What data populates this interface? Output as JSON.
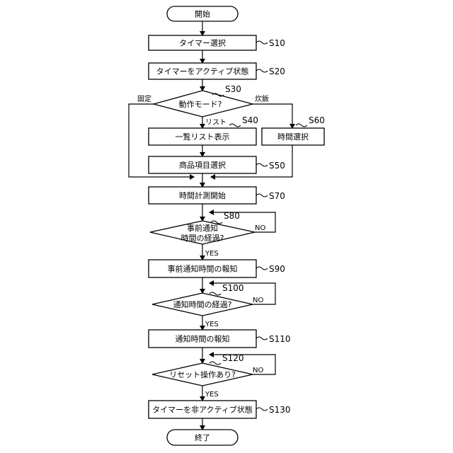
{
  "nodes": {
    "start": "開始",
    "select_timer": "タイマー選択",
    "activate_timer": "タイマーをアクティブ状態",
    "mode_line1": "動作モード?",
    "list_display": "一覧リスト表示",
    "time_select": "時間選択",
    "item_select": "商品項目選択",
    "start_measure": "時間計測開始",
    "pre_notify_line1": "事前通知",
    "pre_notify_line2": "時間の経過?",
    "pre_notify_report": "事前通知時間の報知",
    "notify_elapsed": "通知時間の経過?",
    "notify_report": "通知時間の報知",
    "reset_op": "リセット操作あり?",
    "deactivate_timer": "タイマーを非アクティブ状態",
    "end": "終了"
  },
  "steps": {
    "s10": "S10",
    "s20": "S20",
    "s30": "S30",
    "s40": "S40",
    "s50": "S50",
    "s60": "S60",
    "s70": "S70",
    "s80": "S80",
    "s90": "S90",
    "s100": "S100",
    "s110": "S110",
    "s120": "S120",
    "s130": "S130"
  },
  "branches": {
    "fixed": "固定",
    "rice": "炊飯",
    "list": "リスト",
    "yes": "YES",
    "no": "NO"
  }
}
